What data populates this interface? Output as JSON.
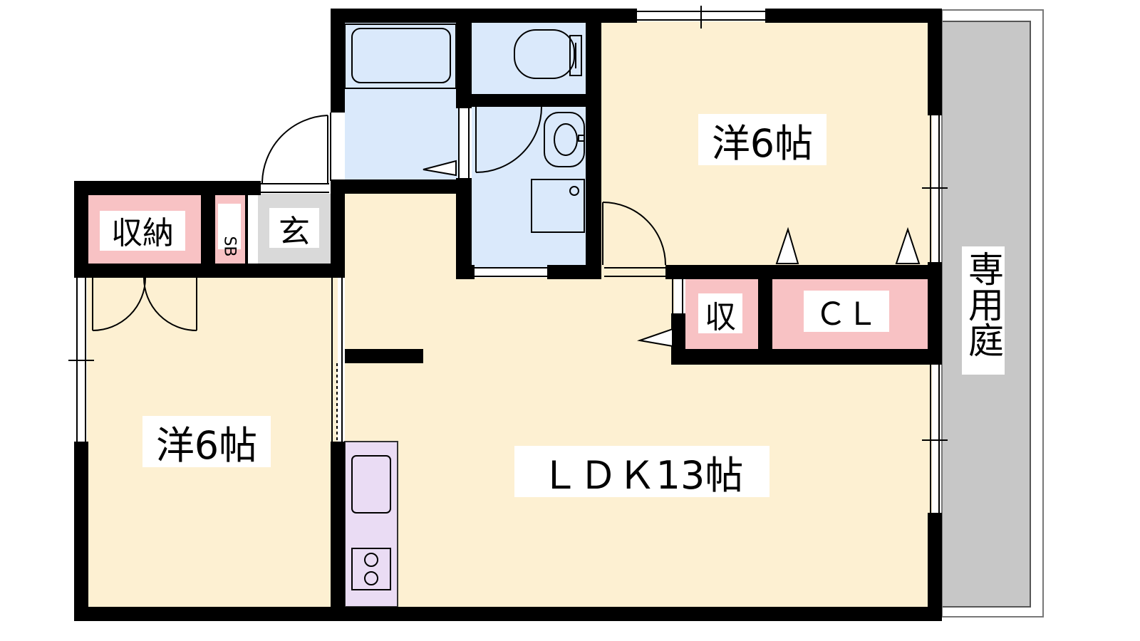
{
  "rooms": {
    "western_room_upper": {
      "label": "洋6帖"
    },
    "western_room_lower": {
      "label": "洋6帖"
    },
    "ldk": {
      "label": "ＬＤＫ13帖"
    },
    "storage_left": {
      "label": "収納"
    },
    "shoe_box": {
      "label": "SB"
    },
    "entrance": {
      "label": "玄"
    },
    "storage_small": {
      "label": "収"
    },
    "closet": {
      "label": "ＣＬ"
    },
    "private_garden": {
      "label": "専用庭"
    }
  },
  "colors": {
    "room_fill": "#fdf0d2",
    "wet_area_fill": "#dae9fb",
    "storage_fill": "#f8c2c4",
    "entrance_fill": "#d9d9d9",
    "kitchen_fill": "#eadcf4",
    "garden_fill": "#c7c7c7",
    "wall": "#000000"
  }
}
